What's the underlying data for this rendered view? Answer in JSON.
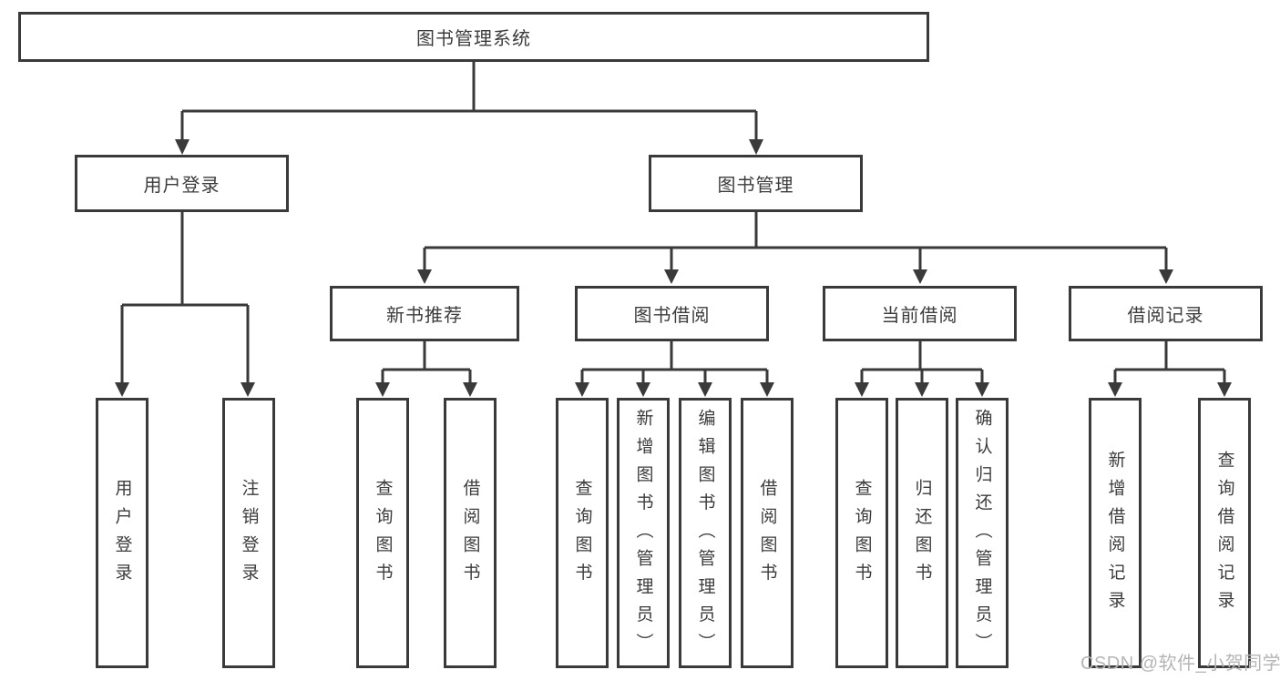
{
  "diagram": {
    "title": "图书管理系统",
    "root": {
      "label": "图书管理系统"
    },
    "level2": [
      {
        "label": "用户登录"
      },
      {
        "label": "图书管理"
      }
    ],
    "level3": [
      {
        "label": "新书推荐",
        "parent": "图书管理"
      },
      {
        "label": "图书借阅",
        "parent": "图书管理"
      },
      {
        "label": "当前借阅",
        "parent": "图书管理"
      },
      {
        "label": "借阅记录",
        "parent": "图书管理"
      }
    ],
    "leaves": [
      {
        "label": "用户登录",
        "parent": "用户登录"
      },
      {
        "label": "注销登录",
        "parent": "用户登录"
      },
      {
        "label": "查询图书",
        "parent": "新书推荐"
      },
      {
        "label": "借阅图书",
        "parent": "新书推荐"
      },
      {
        "label": "查询图书",
        "parent": "图书借阅"
      },
      {
        "label": "新增图书（管理员）",
        "parent": "图书借阅"
      },
      {
        "label": "编辑图书（管理员）",
        "parent": "图书借阅"
      },
      {
        "label": "借阅图书",
        "parent": "图书借阅"
      },
      {
        "label": "查询图书",
        "parent": "当前借阅"
      },
      {
        "label": "归还图书",
        "parent": "当前借阅"
      },
      {
        "label": "确认归还（管理员）",
        "parent": "当前借阅"
      },
      {
        "label": "新增借阅记录",
        "parent": "借阅记录"
      },
      {
        "label": "查询借阅记录",
        "parent": "借阅记录"
      }
    ]
  },
  "watermark": {
    "text": "CSDN @软件_小贺同学"
  },
  "colors": {
    "line": "#3a3a3a",
    "text": "#3c3c3c",
    "background": "#ffffff",
    "watermark": "#b5b5b5"
  }
}
